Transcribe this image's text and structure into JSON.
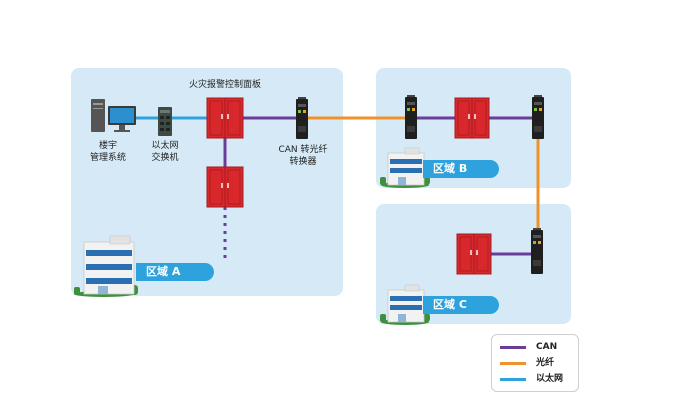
{
  "labels": {
    "panel_title": "火灾报警控制面板",
    "building_mgmt": [
      "楼宇",
      "管理系统"
    ],
    "ethernet_switch": [
      "以太网",
      "交换机"
    ],
    "can_converter": [
      "CAN 转光纤",
      "转换器"
    ]
  },
  "zones": {
    "a": "区域 A",
    "b": "区域 B",
    "c": "区域 C"
  },
  "legend": [
    {
      "label": "CAN",
      "color": "#6a3d9a"
    },
    {
      "label": "光纤",
      "color": "#f0922b"
    },
    {
      "label": "以太网",
      "color": "#2ea2dc"
    }
  ],
  "colors": {
    "zone_bg": "#d5eaf6",
    "panel_red": "#d8282c",
    "can": "#6a3d9a",
    "fiber": "#f0922b",
    "ethernet": "#2ea2dc",
    "tag": "#2ea2dc"
  }
}
